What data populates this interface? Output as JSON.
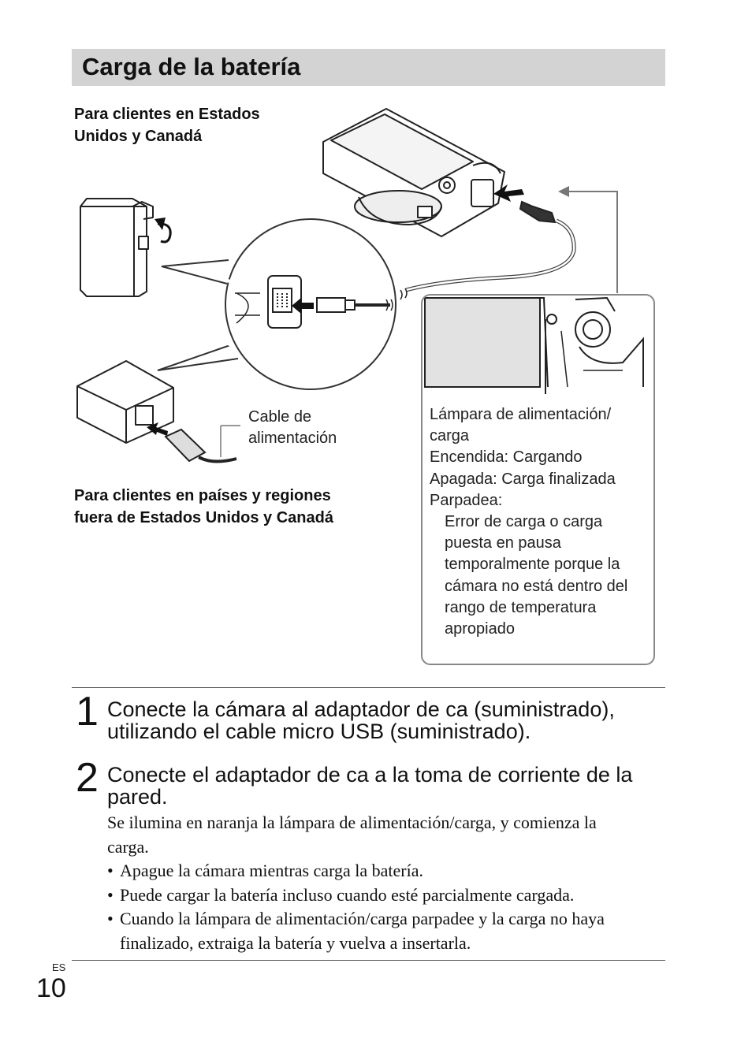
{
  "page": {
    "title": "Carga de la batería",
    "lang_marker": "ES",
    "page_number": "10"
  },
  "figure": {
    "label_us_line1": "Para clientes en Estados",
    "label_us_line2": "Unidos y Canadá",
    "label_other_line1": "Para clientes en países y regiones",
    "label_other_line2": "fuera de Estados Unidos y Canadá",
    "cable_label_line1": "Cable de",
    "cable_label_line2": "alimentación",
    "callout": {
      "l1": "Lámpara de alimentación/",
      "l2": "carga",
      "l3": "Encendida: Cargando",
      "l4": "Apagada: Carga finalizada",
      "l5": "Parpadea:",
      "l6": "Error de carga o carga",
      "l7": "puesta en pausa",
      "l8": "temporalmente porque la",
      "l9": "cámara no está dentro del",
      "l10": "rango de temperatura",
      "l11": "apropiado"
    }
  },
  "steps": [
    {
      "number": "1",
      "line1": "Conecte la cámara al adaptador de ca (suministrado),",
      "line2": "utilizando el cable micro USB (suministrado)."
    },
    {
      "number": "2",
      "line1": "Conecte el adaptador de ca a la toma de corriente de la",
      "line2": "pared.",
      "desc_line1": "Se ilumina en naranja la lámpara de alimentación/carga, y comienza la",
      "desc_line2": "carga.",
      "bullets": [
        {
          "l1": "Apague la cámara mientras carga la batería."
        },
        {
          "l1": "Puede cargar la batería incluso cuando esté parcialmente cargada."
        },
        {
          "l1": "Cuando la lámpara de alimentación/carga parpadee y la carga no haya",
          "l2": "finalizado, extraiga la batería y vuelva a insertarla."
        }
      ]
    }
  ]
}
